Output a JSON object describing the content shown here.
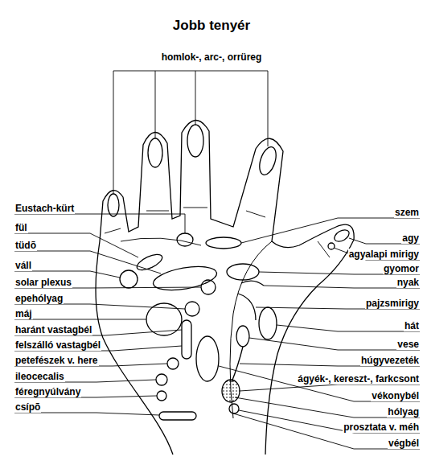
{
  "diagram": {
    "title": "Jobb tenyér",
    "labels": [
      "homlok-, arc-, orrüreg",
      "Eustach-kürt",
      "fül",
      "tüdõ",
      "váll",
      "solar plexus",
      "epehólyag",
      "máj",
      "haránt vastagbél",
      "felszálló vastagbél",
      "petefészek v. here",
      "ileocecalis",
      "féregnyúlvány",
      "csípõ",
      "szem",
      "agy",
      "agyalapi mirigy",
      "gyomor",
      "nyak",
      "pajzsmirigy",
      "hát",
      "vese",
      "húgyvezeték",
      "ágyék-, kereszt-, farkcsont",
      "vékonybél",
      "hólyag",
      "prosztata v. méh",
      "végbél"
    ]
  }
}
